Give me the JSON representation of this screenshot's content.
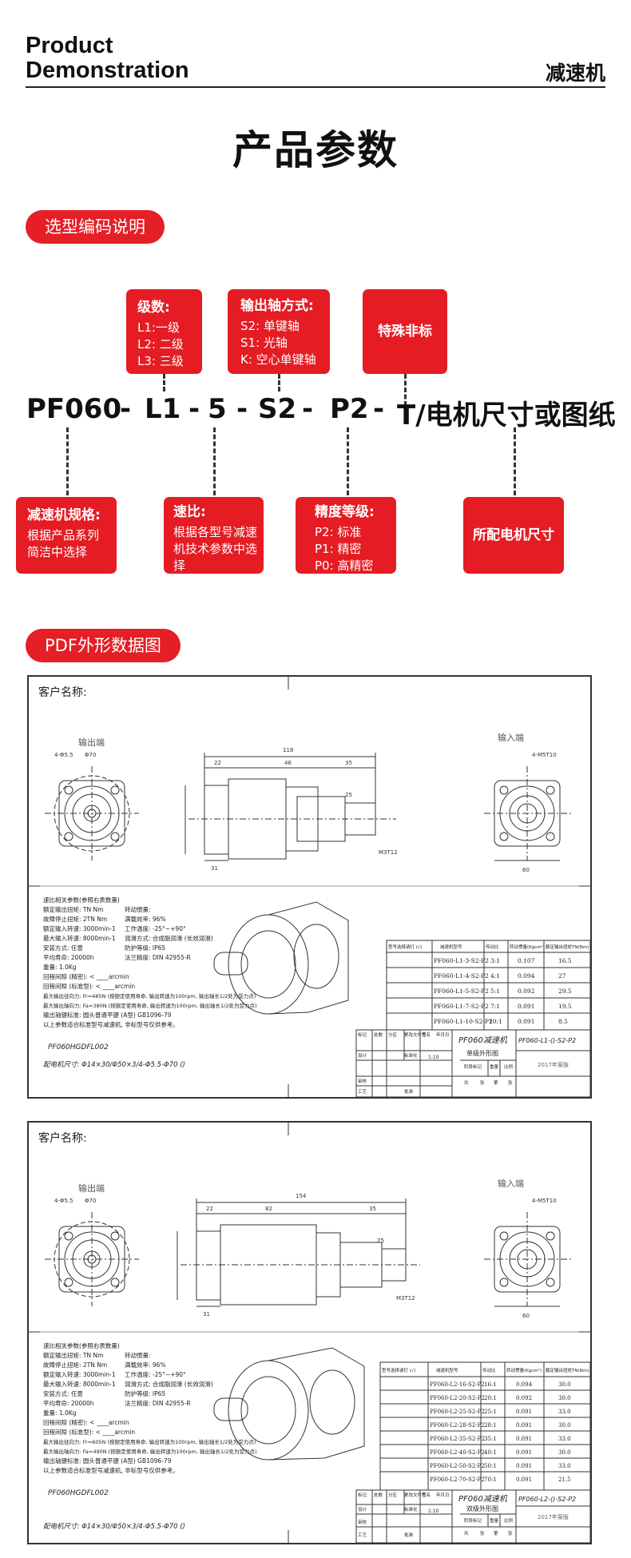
{
  "header": {
    "brand_line1": "Product",
    "brand_line2": "Demonstration",
    "category": "减速机",
    "title": "产品参数"
  },
  "sections": {
    "selection_code": "选型编码说明",
    "pdf_data": "PDF外形数据图"
  },
  "code_parts": {
    "model": "PF060",
    "sep": "-",
    "stage": "L1",
    "ratio": "5",
    "shaft": "S2",
    "precision": "P2",
    "tail": "T/电机尺寸或图纸"
  },
  "boxes": {
    "stage": {
      "title": "级数:",
      "lines": [
        "L1:一级",
        "L2: 二级",
        "L3: 三级"
      ]
    },
    "shaft": {
      "title": "输出轴方式:",
      "lines": [
        "S2: 单键轴",
        "S1: 光轴",
        "K: 空心单键轴"
      ]
    },
    "special": {
      "title": "特殊非标"
    },
    "spec": {
      "title": "减速机规格:",
      "lines": [
        "根据产品系列",
        "简洁中选择"
      ]
    },
    "ratio": {
      "title": "速比:",
      "lines": [
        "根据各型号减速",
        "机技术参数中选",
        "择"
      ]
    },
    "precision": {
      "title": "精度等级:",
      "lines": [
        "P2: 标准",
        "P1: 精密",
        "P0: 高精密"
      ]
    },
    "motor": {
      "title": "所配电机尺寸"
    }
  },
  "colors": {
    "accent": "#e51c23",
    "text": "#111111"
  },
  "drawing1": {
    "customer": "客户名称:",
    "output_end": "输出端",
    "input_end": "输入端",
    "dims": {
      "d1": "4-Φ5.5",
      "d2": "Φ70",
      "d3": "118",
      "d4": "22",
      "d5": "46",
      "d6": "35",
      "d7": "25",
      "d8": "31",
      "d9": "60",
      "d10": "4-M5T10",
      "d11": "M3T12"
    },
    "specs": [
      "速比相关参数(参照右表数量)",
      "额定输出扭矩: TN Nm",
      "故障停止扭矩: 2TN Nm",
      "额定输入转速: 3000min-1",
      "最大输入转速: 8000min-1",
      "安装方式: 任意",
      "平均寿命: 20000h",
      "重量:        1.0Kg",
      "回程间隙 (精密): < ____arcmin",
      "回程间隙 (标准型): < ____arcmin",
      "最大输出径向力: Fr=485N (按额定使用寿命, 输出转速为100rpm, 输出轴长1/2处为受力点)",
      "最大输出轴向力: Fa=380N (按额定使用寿命, 输出转速为100rpm, 输出轴长1/2处为受力点)",
      "输出轴键标准: 圆头普通平键 (A型) GB1096-79",
      "以上参数适合标准型号减速机, 非标型号仅供参考。"
    ],
    "specs_right": [
      "转动惯量:",
      "满载效率: 96%",
      "工作温度: -25°~+90°",
      "润滑方式: 合成脂润滑 (长效润滑)",
      "防护等级: IP65",
      "法兰精度: DIN 42955-R"
    ],
    "part_no": "PF060HGDFL002",
    "motor_size": "配电机尺寸: Φ14×30/Φ50×3/4-Φ5.5-Φ70 ()",
    "table_headers": [
      "型号选择请打 (√)",
      "减速机型号",
      "传动比",
      "转动惯量(Kgcm²)",
      "额定输出扭矩TN(Nm)"
    ],
    "table_rows": [
      [
        "",
        "PF060-L1-3-S2-P2",
        "3:1",
        "0.107",
        "16.5"
      ],
      [
        "",
        "PF060-L1-4-S2-P2",
        "4:1",
        "0.094",
        "27"
      ],
      [
        "",
        "PF060-L1-5-S2-P2",
        "5:1",
        "0.092",
        "29.5"
      ],
      [
        "",
        "PF060-L1-7-S2-P2",
        "7:1",
        "0.091",
        "19.5"
      ],
      [
        "",
        "PF060-L1-10-S2-P2",
        "10:1",
        "0.091",
        "8.5"
      ]
    ],
    "tb_name": "PF060减速机",
    "tb_sub": "单级外形图",
    "tb_code": "PF060-L1-()-S2-P2",
    "tb_edition": "2017年案版",
    "tb_scale": "1:10",
    "tb_labels": [
      "标记",
      "处数",
      "分区",
      "更改文件号",
      "签名",
      "年月日",
      "设计",
      "标准化",
      "阶段标记",
      "重量",
      "比例",
      "审核",
      "工艺",
      "批准",
      "共",
      "张",
      "第",
      "张"
    ]
  },
  "drawing2": {
    "customer": "客户名称:",
    "output_end": "输出端",
    "input_end": "输入端",
    "dims": {
      "d1": "4-Φ5.5",
      "d2": "Φ70",
      "d3": "154",
      "d4": "22",
      "d5": "82",
      "d6": "35",
      "d7": "25",
      "d8": "31",
      "d9": "60",
      "d10": "4-M5T10",
      "d11": "M3T12"
    },
    "specs": [
      "速比相关参数(参照右表数量)",
      "额定输出扭矩: TN Nm",
      "故障停止扭矩: 2TN Nm",
      "额定输入转速: 3000min-1",
      "最大输入转速: 8000min-1",
      "安装方式: 任意",
      "平均寿命: 20000h",
      "重量:        1.0Kg",
      "回程间隙 (精密): < ____arcmin",
      "回程间隙 (标准型): < ____arcmin",
      "最大输出径向力: Fr=605N (按额定使用寿命, 输出转速为100rpm, 输出轴长1/2处为受力点)",
      "最大输出轴向力: Fa=490N (按额定使用寿命, 输出转速为100rpm, 输出轴长1/2处为受力点)",
      "输出轴键标准: 圆头普通平键 (A型) GB1096-79",
      "以上参数适合标准型号减速机, 非标型号仅供参考。"
    ],
    "specs_right": [
      "转动惯量:",
      "满载效率: 96%",
      "工作温度: -25°~+90°",
      "润滑方式: 合成脂润滑 (长效润滑)",
      "防护等级: IP65",
      "法兰精度: DIN 42955-R"
    ],
    "part_no": "PF060HGDFL002",
    "motor_size": "配电机尺寸: Φ14×30/Φ50×3/4-Φ5.5-Φ70 ()",
    "table_headers": [
      "型号选择请打 (√)",
      "减速机型号",
      "传动比",
      "转动惯量(Kgcm²)",
      "额定输出扭矩TN(Nm)"
    ],
    "table_rows": [
      [
        "",
        "PF060-L2-16-S2-P2",
        "16:1",
        "0.094",
        "30.0"
      ],
      [
        "",
        "PF060-L2-20-S2-P2",
        "20:1",
        "0.092",
        "30.0"
      ],
      [
        "",
        "PF060-L2-25-S2-P2",
        "25:1",
        "0.091",
        "33.0"
      ],
      [
        "",
        "PF060-L2-28-S2-P2",
        "28:1",
        "0.091",
        "30.0"
      ],
      [
        "",
        "PF060-L2-35-S2-P2",
        "35:1",
        "0.091",
        "33.0"
      ],
      [
        "",
        "PF060-L2-40-S2-P2",
        "40:1",
        "0.091",
        "30.0"
      ],
      [
        "",
        "PF060-L2-50-S2-P2",
        "50:1",
        "0.091",
        "33.0"
      ],
      [
        "",
        "PF060-L2-70-S2-P2",
        "70:1",
        "0.091",
        "21.5"
      ]
    ],
    "tb_name": "PF060减速机",
    "tb_sub": "双级外形图",
    "tb_code": "PF060-L2-()-S2-P2",
    "tb_edition": "2017年案版",
    "tb_scale": "1:10",
    "tb_labels": [
      "标记",
      "处数",
      "分区",
      "更改文件号",
      "签名",
      "年月日",
      "设计",
      "标准化",
      "阶段标记",
      "重量",
      "比例",
      "审核",
      "工艺",
      "批准",
      "共",
      "张",
      "第",
      "张"
    ]
  }
}
